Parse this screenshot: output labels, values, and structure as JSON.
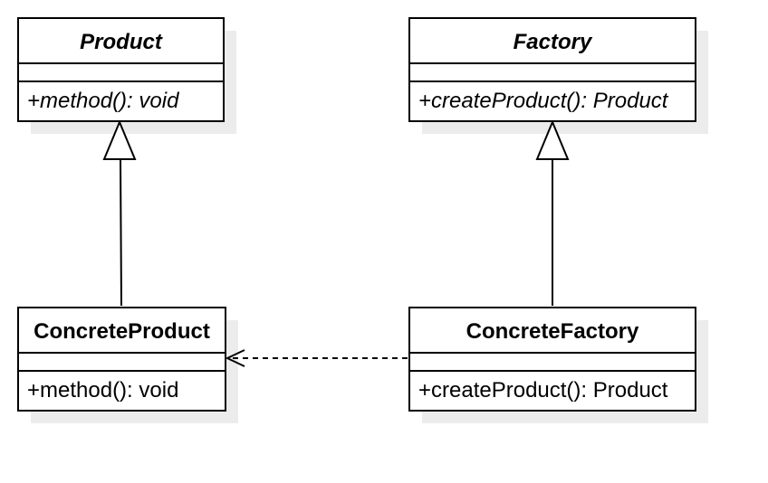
{
  "classes": {
    "product": {
      "name": "Product",
      "method": "+method(): void",
      "abstract": true
    },
    "factory": {
      "name": "Factory",
      "method": "+createProduct(): Product",
      "abstract": true
    },
    "concrete_product": {
      "name": "ConcreteProduct",
      "method": "+method(): void",
      "abstract": false
    },
    "concrete_factory": {
      "name": "ConcreteFactory",
      "method": "+createProduct(): Product",
      "abstract": false
    }
  },
  "relations": [
    {
      "type": "generalization",
      "from": "ConcreteProduct",
      "to": "Product"
    },
    {
      "type": "generalization",
      "from": "ConcreteFactory",
      "to": "Factory"
    },
    {
      "type": "dependency",
      "from": "ConcreteFactory",
      "to": "ConcreteProduct"
    }
  ]
}
